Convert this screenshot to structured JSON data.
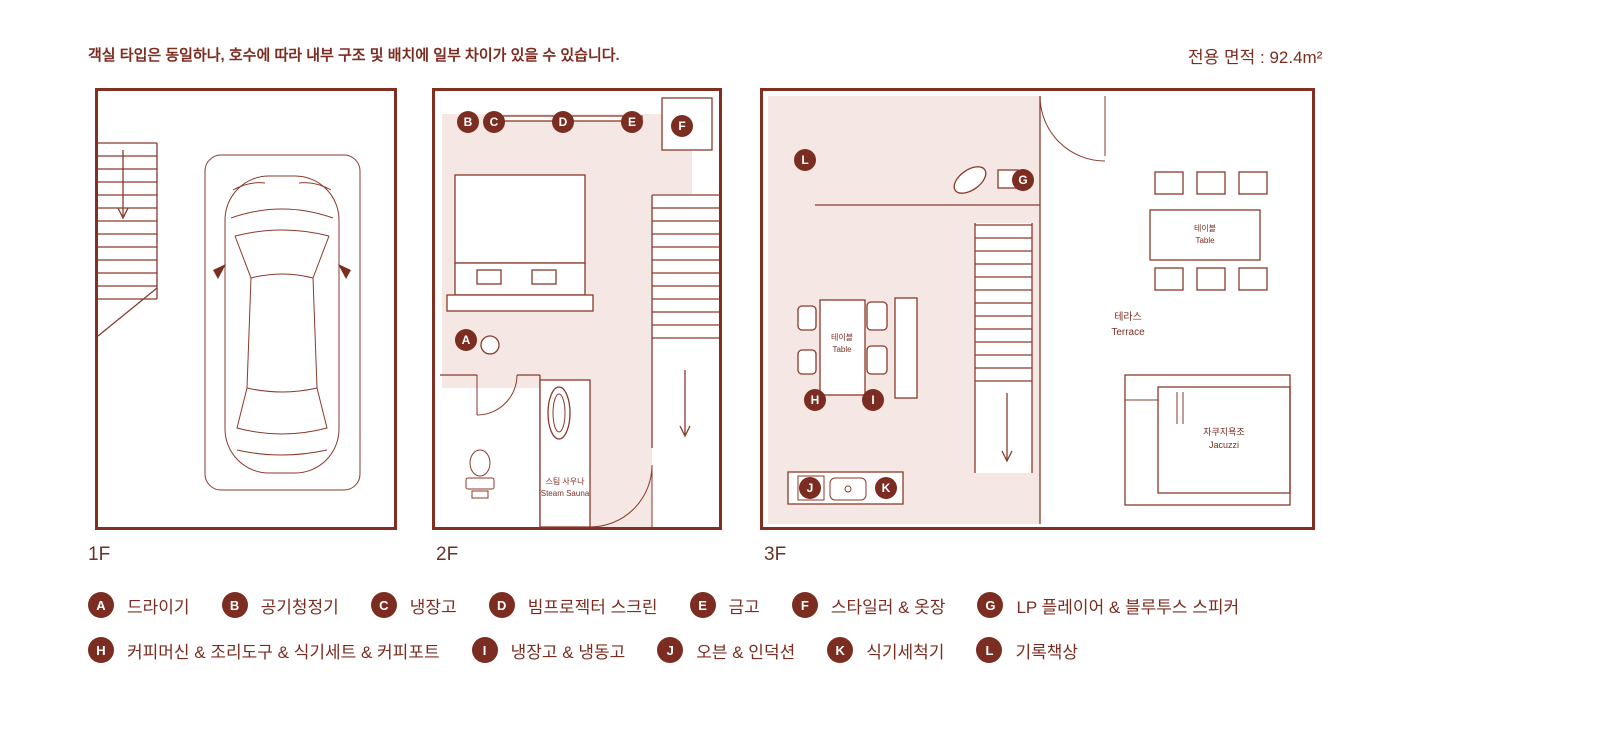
{
  "colors": {
    "accent": "#7c2d21",
    "line": "#8a3a2b",
    "border": "#822f22",
    "room_fill": "#f5e7e3",
    "background": "#ffffff"
  },
  "header": {
    "disclaimer": "객실 타입은 동일하나, 호수에 따라 내부 구조 및 배치에 일부 차이가 있을 수 있습니다.",
    "area": "전용 면적 : 92.4m²"
  },
  "floors": [
    {
      "label": "1F"
    },
    {
      "label": "2F"
    },
    {
      "label": "3F"
    }
  ],
  "plan_labels": {
    "steam_sauna_kr": "스팀 사우나",
    "steam_sauna_en": "Steam Sauna",
    "table_kr": "테이블",
    "table_en": "Table",
    "terrace_kr": "테라스",
    "terrace_en": "Terrace",
    "jacuzzi_kr": "자쿠지욕조",
    "jacuzzi_en": "Jacuzzi"
  },
  "legend": {
    "items": [
      {
        "key": "A",
        "label": "드라이기"
      },
      {
        "key": "B",
        "label": "공기청정기"
      },
      {
        "key": "C",
        "label": "냉장고"
      },
      {
        "key": "D",
        "label": "빔프로젝터 스크린"
      },
      {
        "key": "E",
        "label": "금고"
      },
      {
        "key": "F",
        "label": "스타일러 & 옷장"
      },
      {
        "key": "G",
        "label": "LP 플레이어 & 블루투스 스피커"
      },
      {
        "key": "H",
        "label": "커피머신 & 조리도구 & 식기세트 & 커피포트"
      },
      {
        "key": "I",
        "label": "냉장고 & 냉동고"
      },
      {
        "key": "J",
        "label": "오븐 & 인덕션"
      },
      {
        "key": "K",
        "label": "식기세척기"
      },
      {
        "key": "L",
        "label": "기록책상"
      }
    ]
  }
}
